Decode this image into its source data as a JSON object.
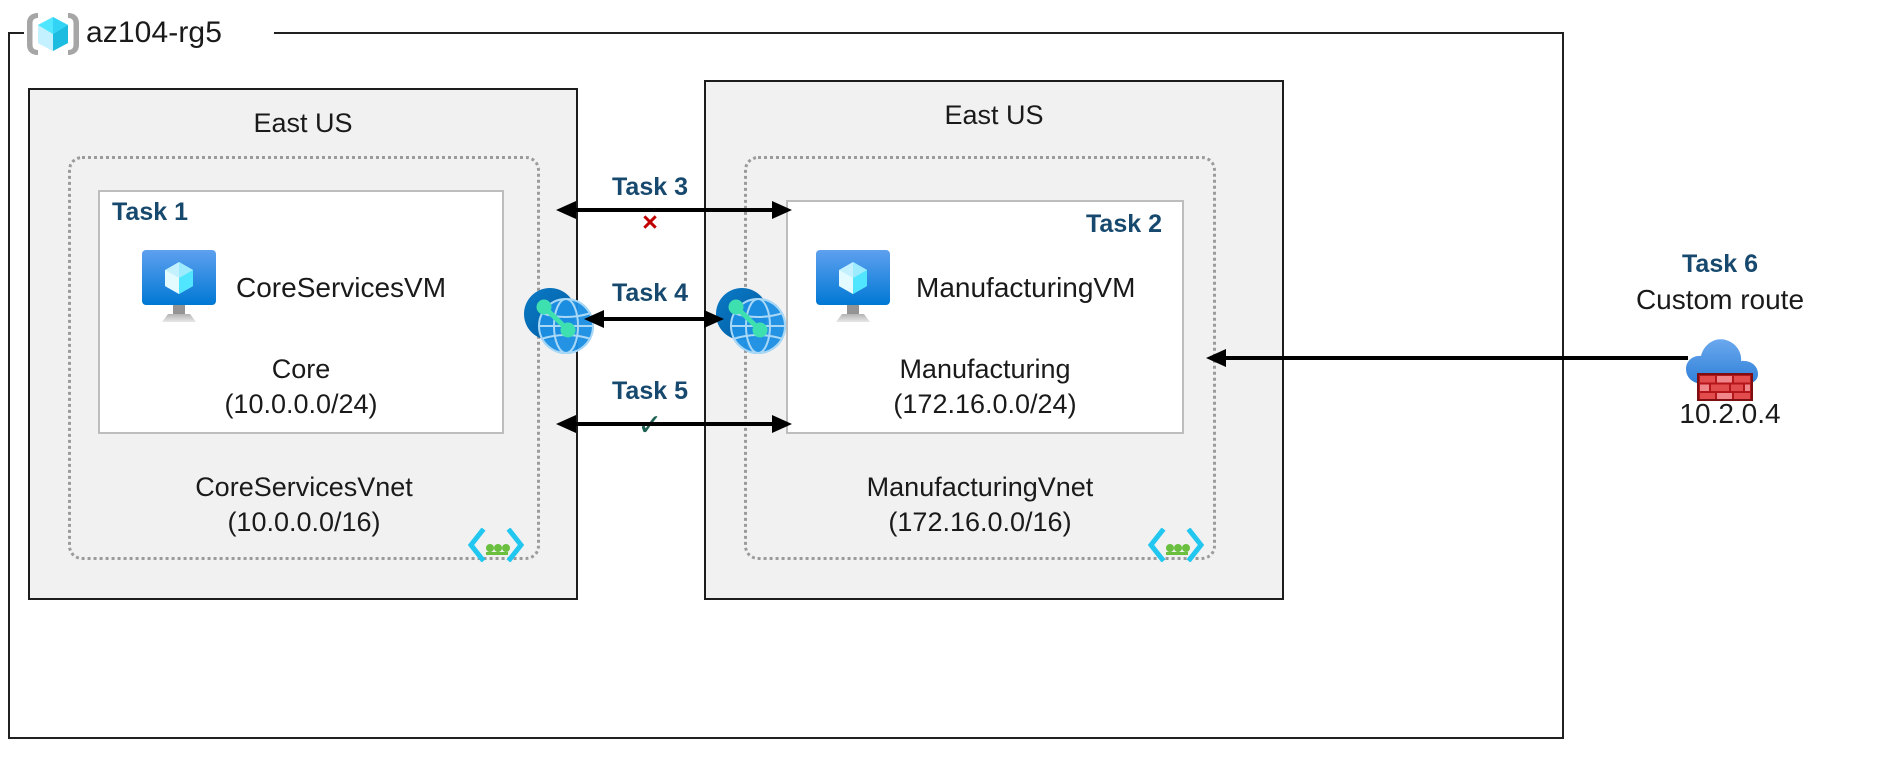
{
  "diagram": {
    "resource_group": {
      "name": "az104-rg5",
      "icon": "resource-group-cube-icon"
    },
    "regions": [
      {
        "id": "left",
        "label": "East US"
      },
      {
        "id": "right",
        "label": "East US"
      }
    ],
    "vnets": [
      {
        "id": "core",
        "name": "CoreServicesVnet",
        "address_space": "(10.0.0.0/16)",
        "corner_icon": "subnet-code-icon"
      },
      {
        "id": "manufacturing",
        "name": "ManufacturingVnet",
        "address_space": "(172.16.0.0/16)",
        "corner_icon": "subnet-code-icon"
      }
    ],
    "subnets": [
      {
        "id": "core-subnet",
        "task": "Task 1",
        "task_align": "left",
        "vm_name": "CoreServicesVM",
        "vm_icon": "virtual-machine-icon",
        "name": "Core",
        "address_space": "(10.0.0.0/24)"
      },
      {
        "id": "manufacturing-subnet",
        "task": "Task 2",
        "task_align": "right",
        "vm_name": "ManufacturingVM",
        "vm_icon": "virtual-machine-icon",
        "name": "Manufacturing",
        "address_space": "(172.16.0.0/24)"
      }
    ],
    "peering_icons": [
      {
        "id": "peering-left",
        "icon": "vnet-peering-icon"
      },
      {
        "id": "peering-right",
        "icon": "vnet-peering-icon"
      }
    ],
    "connectors": [
      {
        "id": "task3",
        "label": "Task 3",
        "mark": "×",
        "mark_type": "x",
        "direction": "bidirectional"
      },
      {
        "id": "task4",
        "label": "Task 4",
        "mark": "",
        "mark_type": "none",
        "direction": "bidirectional"
      },
      {
        "id": "task5",
        "label": "Task 5",
        "mark": "✓",
        "mark_type": "check",
        "direction": "bidirectional"
      }
    ],
    "custom_route": {
      "task": "Task 6",
      "label": "Custom route",
      "ip": "10.2.0.4",
      "icon": "firewall-cloud-icon",
      "direction": "left"
    },
    "colors": {
      "task_blue": "#17496e",
      "region_fill": "#f1f1f1",
      "vnet_dotted": "#9b9b9b",
      "subnet_border": "#bdbdbd",
      "x_red": "#c00000",
      "check_green": "#1f6153",
      "azure_blue": "#0078d4",
      "cube_cyan": "#50e6ff",
      "firewall_red": "#d13438"
    }
  }
}
